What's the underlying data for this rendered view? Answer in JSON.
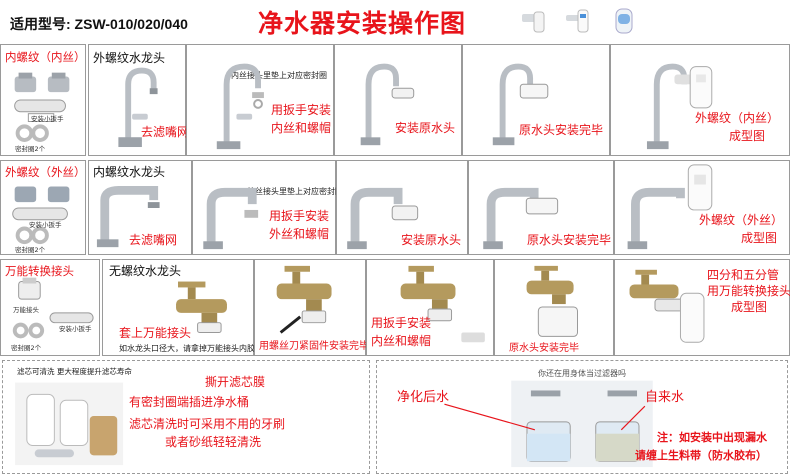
{
  "header": {
    "model": "适用型号: ZSW-010/020/040",
    "title": "净水器安装操作图"
  },
  "row1": {
    "label": "内螺纹（内丝）",
    "part_tag": "安装小扳手",
    "seal_tag": "密封圈2个",
    "s1_heading": "外螺纹水龙头",
    "s1_caption": "去滤嘴网",
    "s2_note": "内丝接头里垫上对应密封圈",
    "s2_caption_1": "用扳手安装",
    "s2_caption_2": "内丝和螺帽",
    "s3_caption": "安装原水头",
    "s4_caption": "原水头安装完毕",
    "s5_caption_1": "外螺纹（内丝）",
    "s5_caption_2": "成型图"
  },
  "row2": {
    "label": "外螺纹（外丝）",
    "part_tag": "安装小扳手",
    "seal_tag": "密封圈2个",
    "s1_heading": "内螺纹水龙头",
    "s1_caption": "去滤嘴网",
    "s2_note": "外丝接头里垫上对应密封圈",
    "s2_caption_1": "用扳手安装",
    "s2_caption_2": "外丝和螺帽",
    "s3_caption": "安装原水头",
    "s4_caption": "原水头安装完毕",
    "s5_caption_1": "外螺纹（外丝）",
    "s5_caption_2": "成型图"
  },
  "row3": {
    "label": "万能转换接头",
    "part_tag_1": "万能接头",
    "part_tag_2": "安装小扳手",
    "seal_tag": "密封圈2个",
    "s1_heading": "无螺纹水龙头",
    "s1_caption": "套上万能接头",
    "s1_note": "如水龙头口径大，请拿掉万能接头内胶",
    "s2_caption": "用螺丝刀紧固件安装完毕",
    "s3_caption_1": "用扳手安装",
    "s3_caption_2": "内丝和螺帽",
    "s4_caption": "原水头安装完毕",
    "s5_caption_1": "四分和五分管",
    "s5_caption_2": "用万能转换接头",
    "s5_caption_3": "成型图"
  },
  "row4": {
    "photo_note": "滤芯可清洗 更大程度提升滤芯寿命",
    "tip_1": "撕开滤芯膜",
    "tip_2": "有密封圈端插进净水桶",
    "tip_3": "滤芯清洗时可采用不用的牙刷",
    "tip_4": "或者砂纸轻轻清洗",
    "compare_heading": "你还在用身体当过滤器吗",
    "purified_label": "净化后水",
    "tap_label": "自来水",
    "warning_1": "注：如安装中出现漏水",
    "warning_2": "请缠上生料带（防水胶布）"
  },
  "colors": {
    "accent_red": "#e8141b",
    "chrome": "#c8ccd2",
    "brass": "#b49a5e"
  }
}
